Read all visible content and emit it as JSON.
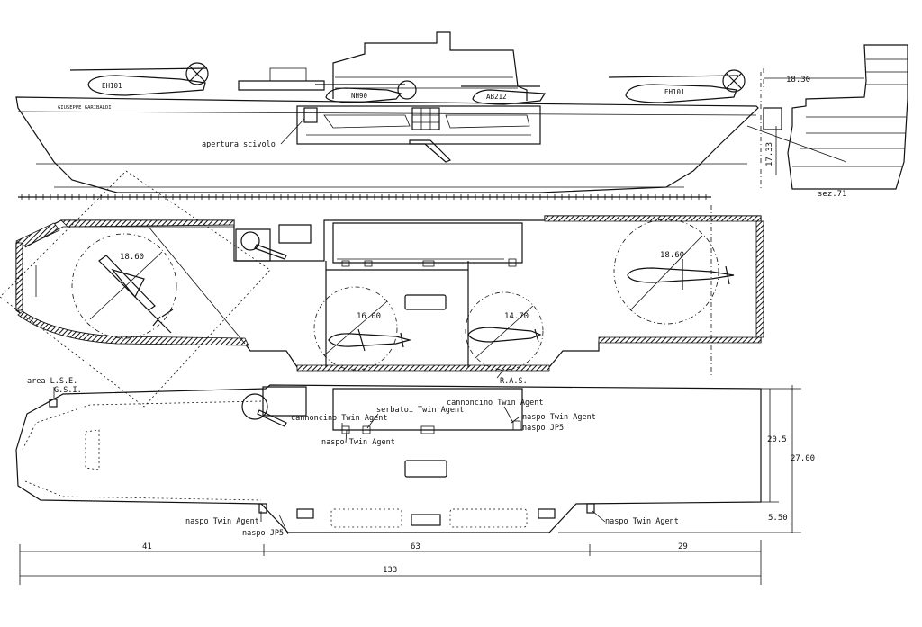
{
  "profile": {
    "helicopters": [
      "EH101",
      "NH90",
      "AB212",
      "EH101"
    ],
    "hull_inscription": "GIUSEPPE GARIBALDI",
    "ramp_label": "apertura scivolo",
    "section_label": "sez.71",
    "dim_depth": "17.33",
    "dim_section_width": "18.30"
  },
  "flight_deck": {
    "circles": [
      "18.60",
      "16.00",
      "14.70",
      "18.60"
    ],
    "ras_label": "R.A.S."
  },
  "hangar_deck": {
    "area_lse": "area L.S.E.",
    "gsi": "G.S.I.",
    "cannon_left": "cannoncino Twin Agent",
    "fuel_tanks": "serbatoi Twin Agent",
    "cannon_right": "cannoncino Twin Agent",
    "reel_left": "naspo Twin Agent",
    "reel_right_1": "naspo Twin Agent",
    "reel_right_jp5": "naspo JP5",
    "reel_bottom_left": "naspo Twin Agent",
    "reel_bottom_jp5": "naspo JP5",
    "reel_bottom_right": "naspo Twin Agent"
  },
  "dimensions": {
    "inner_width": "20.5",
    "total_width": "27.00",
    "sponson": "5.50",
    "seg_left": "41",
    "seg_mid": "63",
    "seg_right": "29",
    "overall": "133"
  }
}
